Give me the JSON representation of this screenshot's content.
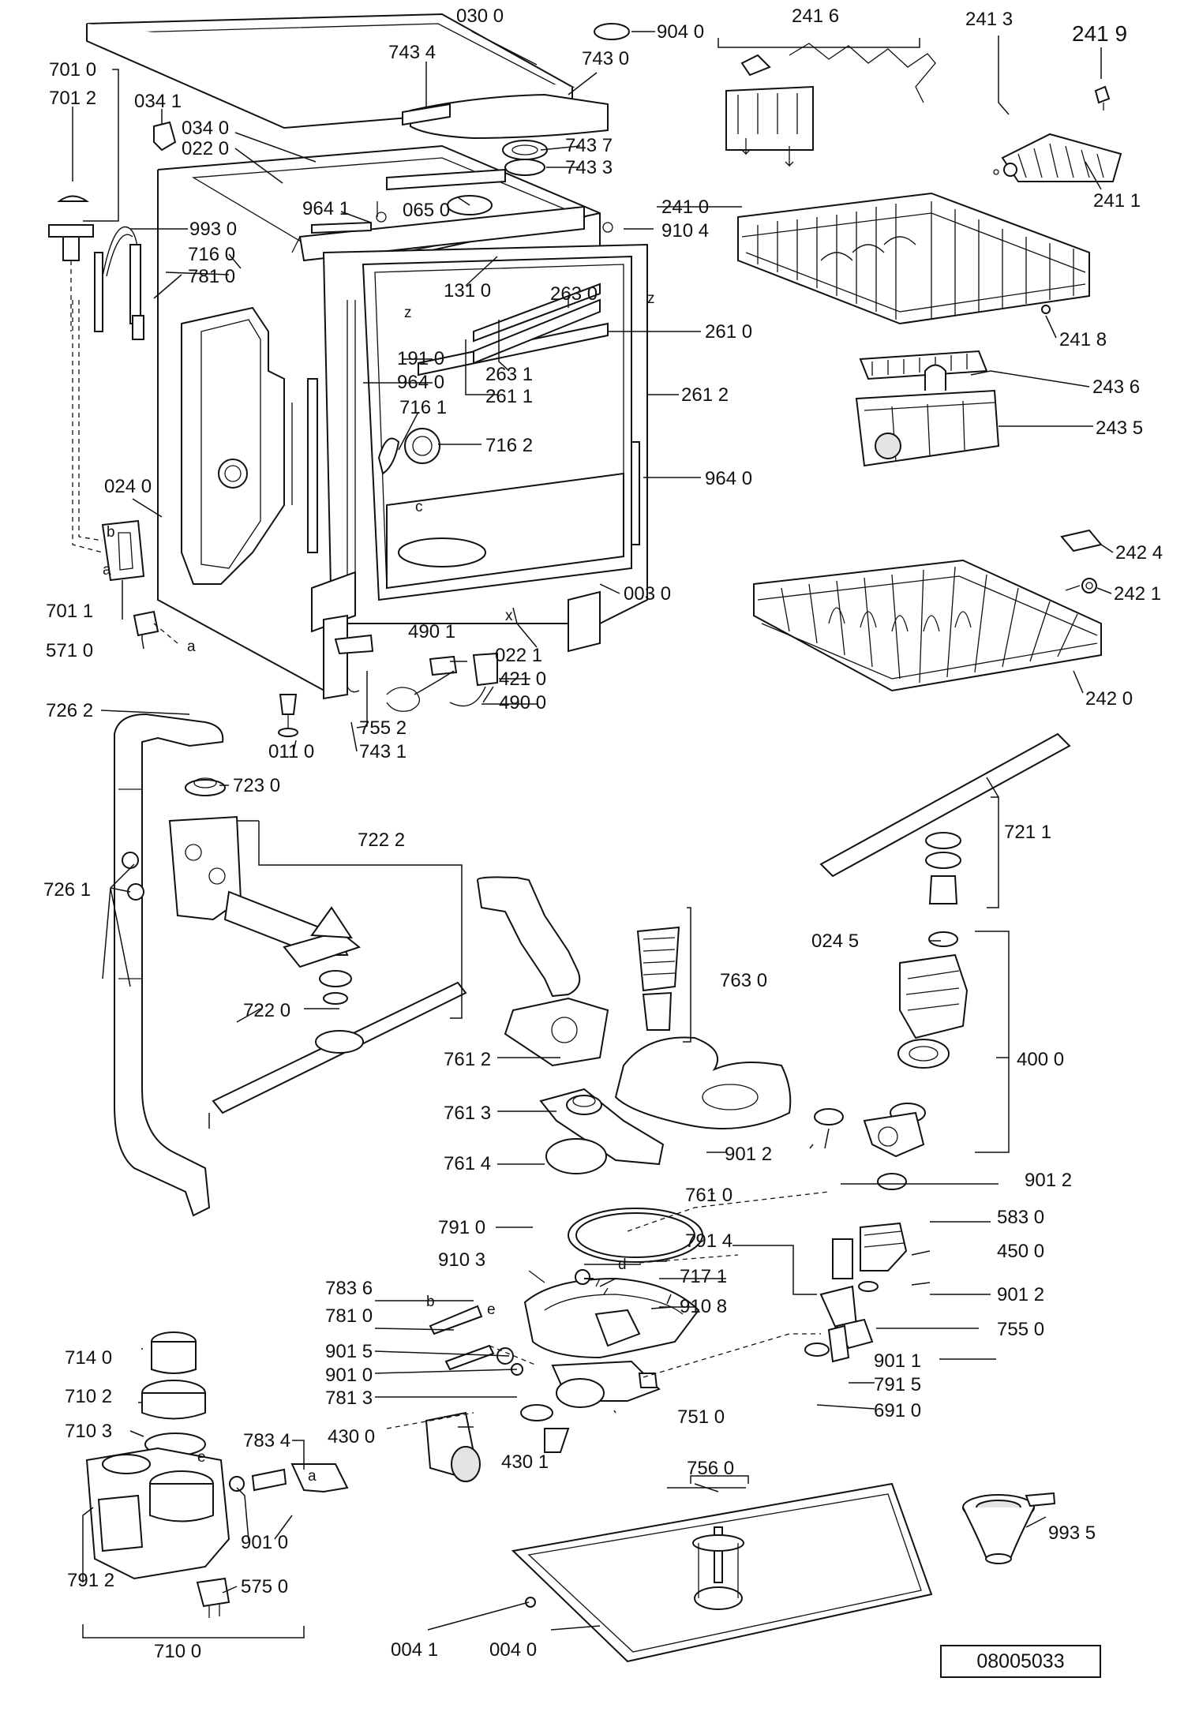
{
  "labels": {
    "p0300": "030 0",
    "p9040": "904 0",
    "p2416": "241 6",
    "p2413": "241 3",
    "p2419": "241 9",
    "p7010": "701 0",
    "p7012": "701 2",
    "p7434": "743 4",
    "p7430": "743 0",
    "p0341": "034 1",
    "p0340": "034 0",
    "p0220": "022 0",
    "p7437": "743 7",
    "p7433": "743 3",
    "p2411": "241 1",
    "p9641": "964 1",
    "p0650": "065 0",
    "p2410": "241 0",
    "p9930": "993 0",
    "p9104": "910 4",
    "p7160": "716 0",
    "p7810": "781 0",
    "p1310": "131 0",
    "p2630": "263 0",
    "p2610": "261 0",
    "p2418": "241 8",
    "p1910": "191 0",
    "p2631": "263 1",
    "p9640a": "964 0",
    "p2611": "261 1",
    "p2612": "261 2",
    "p2436": "243 6",
    "p7161": "716 1",
    "p2435": "243 5",
    "p7162": "716 2",
    "p0240": "024 0",
    "p9640b": "964 0",
    "p2424": "242 4",
    "p0030": "003 0",
    "p2421": "242 1",
    "p7011": "701 1",
    "p4901": "490 1",
    "p0221": "022 1",
    "p5710": "571 0",
    "p4210": "421 0",
    "p4900": "490 0",
    "p2420": "242 0",
    "p7262": "726 2",
    "p7552": "755 2",
    "p0110": "011 0",
    "p7431": "743 1",
    "p7230": "723 0",
    "p7222": "722 2",
    "p7211": "721 1",
    "p7261": "726 1",
    "p7630": "763 0",
    "p0245": "024 5",
    "p7220": "722 0",
    "p4000": "400 0",
    "p7612": "761 2",
    "p7613": "761 3",
    "p9012a": "901 2",
    "p7614": "761 4",
    "p9012b": "901 2",
    "p7610": "761 0",
    "p5830": "583 0",
    "p7910": "791 0",
    "p7914": "791 4",
    "p4500": "450 0",
    "p9103": "910 3",
    "p7171": "717 1",
    "p7836": "783 6",
    "p9012c": "901 2",
    "p9108": "910 8",
    "p7810b": "781 0",
    "p7550": "755 0",
    "p9015": "901 5",
    "p9011": "901 1",
    "p9010a": "901 0",
    "p7915": "791 5",
    "p7813": "781 3",
    "p6910": "691 0",
    "p7510": "751 0",
    "p7140": "714 0",
    "p7102": "710 2",
    "p7103": "710 3",
    "p7834": "783 4",
    "p4300": "430 0",
    "p4301": "430 1",
    "p7560": "756 0",
    "p9935": "993 5",
    "p9010b": "901 0",
    "p7912": "791 2",
    "p5750": "575 0",
    "p7100": "710 0",
    "p0041": "004 1",
    "p0040": "004 0"
  },
  "letters": {
    "a1": "a",
    "a2": "a",
    "a3": "a",
    "b1": "b",
    "b2": "b",
    "c": "c",
    "d": "d",
    "e1": "e",
    "e2": "e",
    "x": "x",
    "z1": "z",
    "z2": "z"
  },
  "drawing_code": "08005033"
}
